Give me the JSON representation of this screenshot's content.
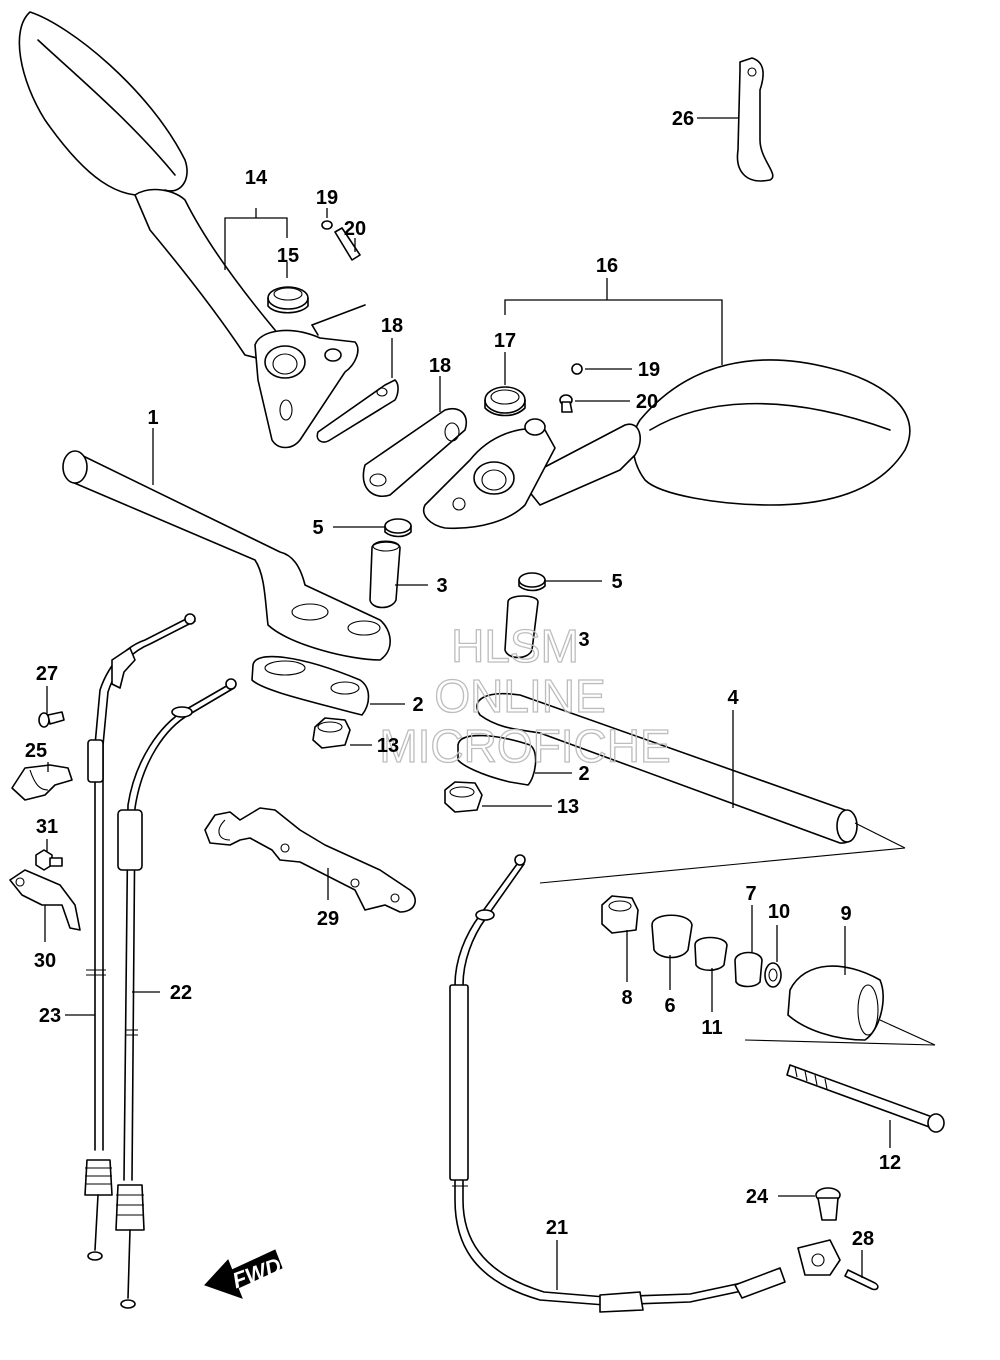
{
  "callouts": {
    "c1": "1",
    "c2a": "2",
    "c2b": "2",
    "c3a": "3",
    "c3b": "3",
    "c4": "4",
    "c5a": "5",
    "c5b": "5",
    "c6": "6",
    "c7": "7",
    "c8": "8",
    "c9": "9",
    "c10": "10",
    "c11": "11",
    "c12": "12",
    "c13a": "13",
    "c13b": "13",
    "c14": "14",
    "c15": "15",
    "c16": "16",
    "c17": "17",
    "c18a": "18",
    "c18b": "18",
    "c19a": "19",
    "c19b": "19",
    "c20a": "20",
    "c20b": "20",
    "c21": "21",
    "c22": "22",
    "c23": "23",
    "c24": "24",
    "c25": "25",
    "c26": "26",
    "c27": "27",
    "c28": "28",
    "c29": "29",
    "c30": "30",
    "c31": "31"
  },
  "watermark": {
    "line1": "HLSM",
    "line2": "ONLINE",
    "line3": "MICROFICHE"
  },
  "fwd_label": "FWD",
  "colors": {
    "ink": "#000000",
    "watermark": "#bdbdbd",
    "background": "#ffffff"
  }
}
